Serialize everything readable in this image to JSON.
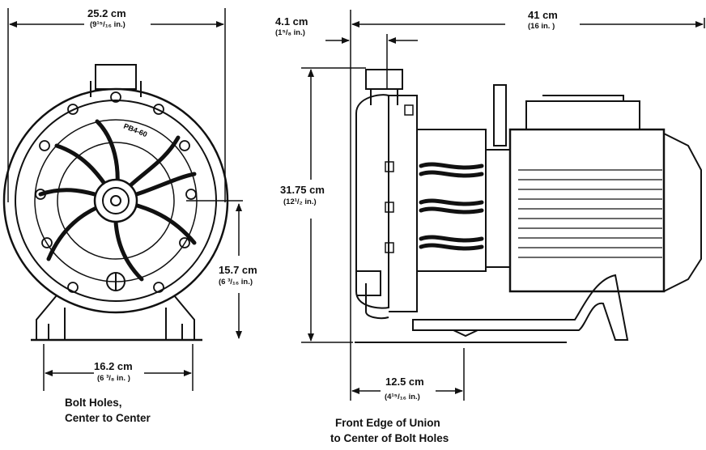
{
  "dimensions": {
    "front_width": {
      "main": "25.2 cm",
      "sub": "(9¹⁵/₁₆ in.)"
    },
    "bolt_spacing": {
      "main": "16.2 cm",
      "sub": "(6 ³/₈ in. )"
    },
    "shaft_height": {
      "main": "15.7 cm",
      "sub": "(6 ³/₁₆ in.)"
    },
    "union_offset": {
      "main": "4.1 cm",
      "sub": "(1⁵/₈ in.)"
    },
    "overall_length": {
      "main": "41 cm",
      "sub": "(16 in. )"
    },
    "overall_height": {
      "main": "31.75 cm",
      "sub": "(12¹/₂ in.)"
    },
    "union_to_bolt": {
      "main": "12.5 cm",
      "sub": "(4¹⁵/₁₆ in.)"
    }
  },
  "captions": {
    "front_line1": "Bolt Holes,",
    "front_line2": "Center to Center",
    "side_line1": "Front Edge of Union",
    "side_line2": "to Center of Bolt Holes"
  },
  "markings": {
    "model": "PB4-60"
  }
}
